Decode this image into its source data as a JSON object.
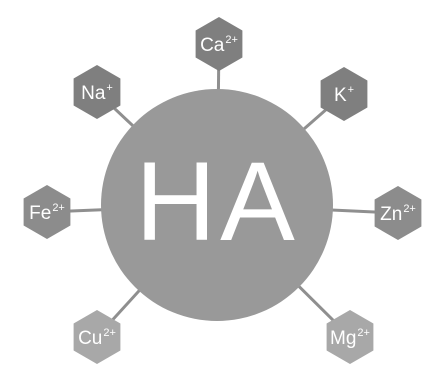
{
  "center": {
    "label": "HA",
    "fill": "#999999",
    "text_color": "#ffffff"
  },
  "connector_color": "#8f8f8f",
  "ions": [
    {
      "id": "ca",
      "base": "Ca",
      "charge": "2+",
      "fill": "#7f7f7f"
    },
    {
      "id": "na",
      "base": "Na",
      "charge": "+",
      "fill": "#7f7f7f"
    },
    {
      "id": "k",
      "base": "K",
      "charge": "+",
      "fill": "#7f7f7f"
    },
    {
      "id": "fe",
      "base": "Fe",
      "charge": "2+",
      "fill": "#8c8c8c"
    },
    {
      "id": "zn",
      "base": "Zn",
      "charge": "2+",
      "fill": "#8c8c8c"
    },
    {
      "id": "cu",
      "base": "Cu",
      "charge": "2+",
      "fill": "#a8a8a8"
    },
    {
      "id": "mg",
      "base": "Mg",
      "charge": "2+",
      "fill": "#a8a8a8"
    }
  ]
}
